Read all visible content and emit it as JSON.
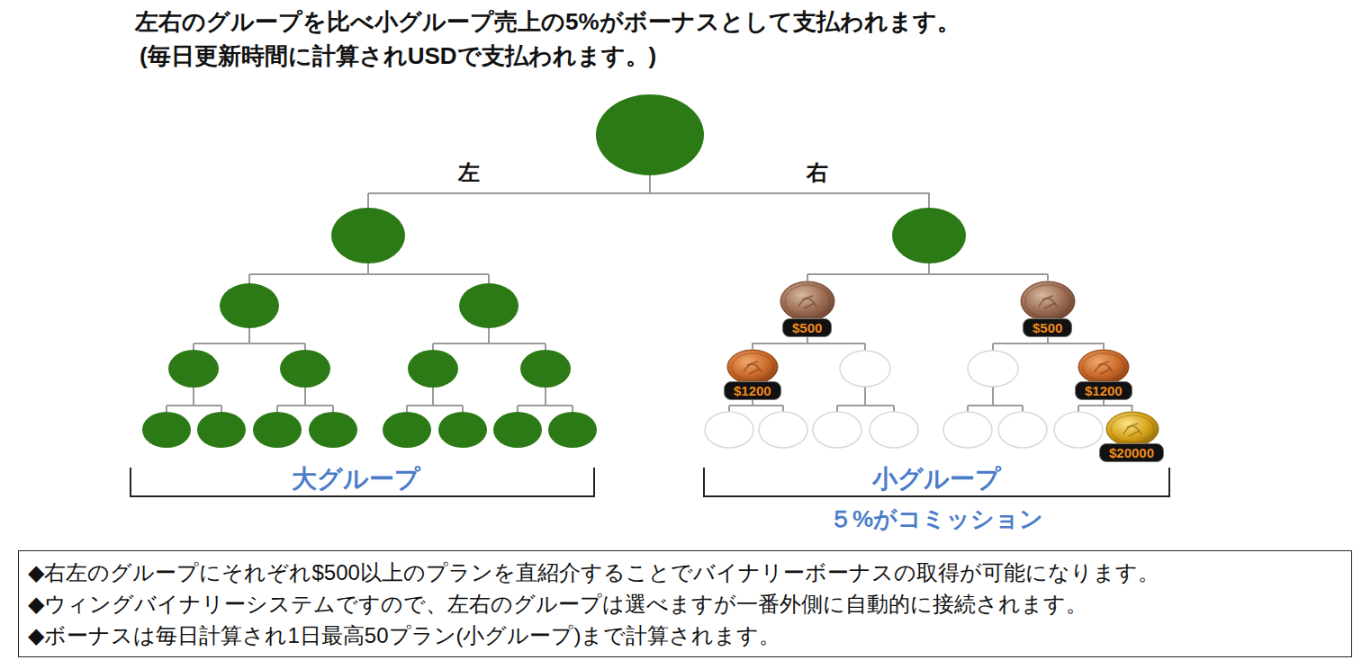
{
  "diagram": {
    "title": "左右のグループを比べ小グループ売上の5%がボーナスとして支払われます。",
    "nodes": [
      {
        "text": [
          "$500"
        ]
      },
      {
        "text": [
          "$500"
        ]
      },
      {
        "text": [
          "$1200"
        ]
      },
      {
        "text": [
          "$1200"
        ]
      },
      {
        "text": [
          "$20000"
        ]
      },
      {
        "text": [
          "◆右左のグループにそれぞれ$500以上のプランを直紹介することでバイナリーボーナスの取得が可能になります。",
          "◆ウィングバイナリーシステムですので、左右のグループは選べますが一番外側に自動的に接続されます。",
          "◆ボーナスは毎日計算され1日最高50プラン(小グループ)まで計算されます。"
        ]
      }
    ],
    "edges": [
      {
        "from": 0,
        "to": 2,
        "arrow": "none"
      },
      {
        "from": 1,
        "to": 3,
        "arrow": "none"
      },
      {
        "from": 3,
        "to": 4,
        "arrow": "none"
      }
    ],
    "labels": [
      "(毎日更新時間に計算されUSDで支払われます。)",
      "左",
      "右",
      "大グループ",
      "小グループ",
      "５%がコミッション"
    ]
  }
}
